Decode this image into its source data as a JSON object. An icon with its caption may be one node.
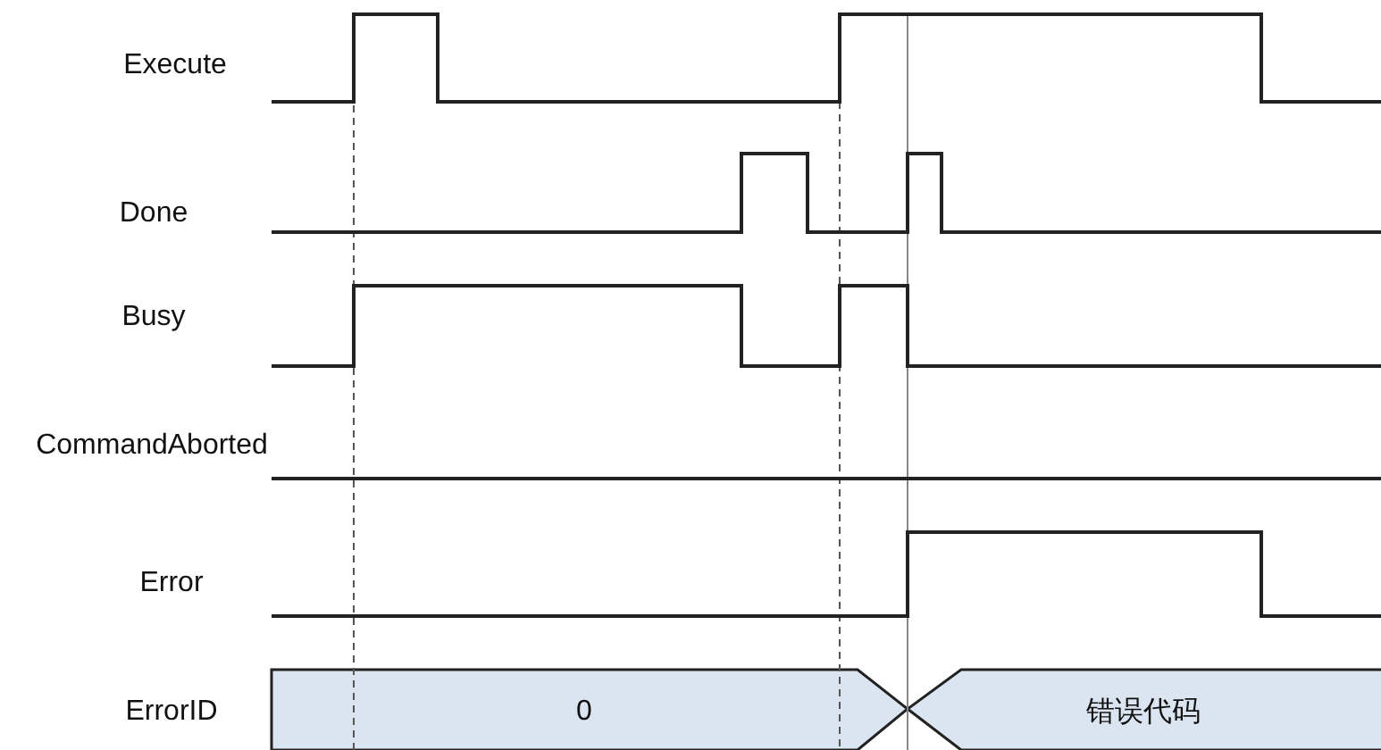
{
  "diagram": {
    "labels": [
      "Execute",
      "Done",
      "Busy",
      "CommandAborted",
      "Error",
      "ErrorID",
      "0",
      "错误代码"
    ]
  }
}
